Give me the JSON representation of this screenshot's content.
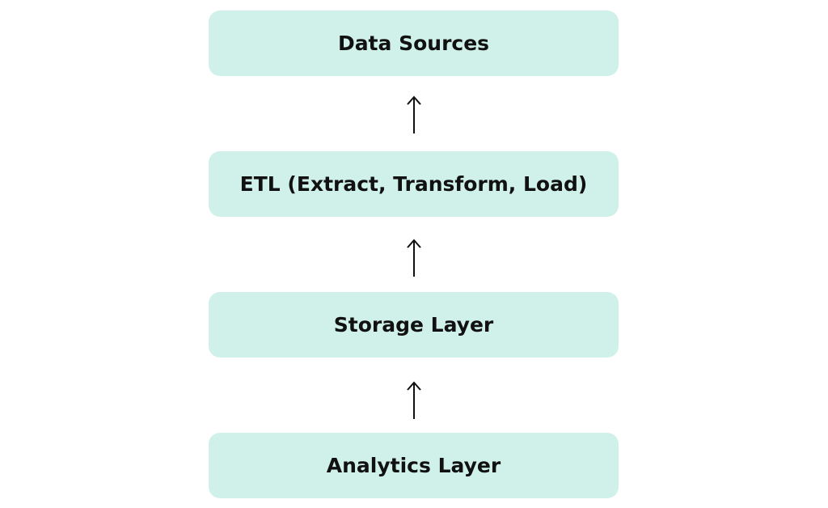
{
  "diagram": {
    "box_color": "#d0f1e9",
    "arrow_color": "#111111",
    "layers": [
      {
        "label": "Data Sources"
      },
      {
        "label": "ETL (Extract, Transform, Load)"
      },
      {
        "label": "Storage Layer"
      },
      {
        "label": "Analytics Layer"
      }
    ],
    "connector_icon": "up-arrow-icon"
  }
}
